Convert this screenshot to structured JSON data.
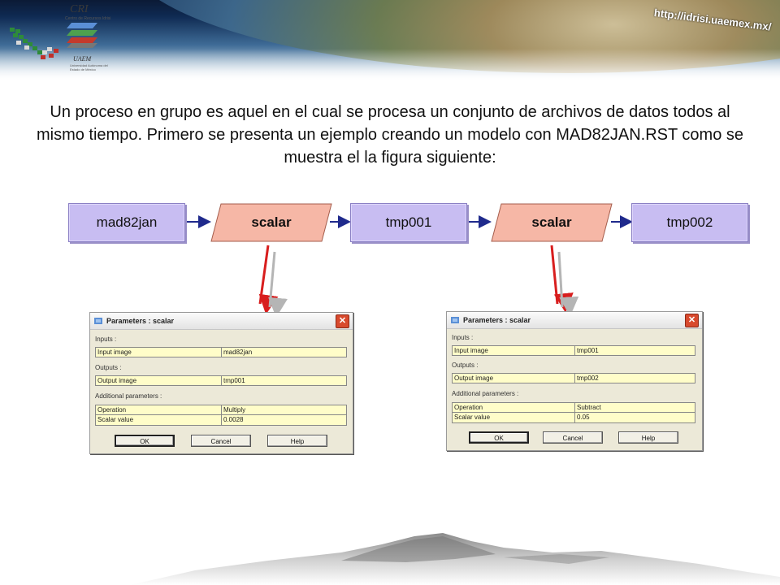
{
  "banner": {
    "url": "http://idrisi.uaemex.mx/",
    "logo_cri": "CRI",
    "logo_cri_sub": "Centro de Recursos Idrisi",
    "logo_uaem": "UAEM",
    "logo_uaem_sub": "Universidad Autónoma del Estado de México"
  },
  "intro_text": "Un proceso en grupo es aquel en el cual se procesa un conjunto de archivos de datos todos al mismo tiempo. Primero se presenta un ejemplo creando un modelo con MAD82JAN.RST como se muestra el la figura siguiente:",
  "flow": {
    "nodes": [
      "mad82jan",
      "scalar",
      "tmp001",
      "scalar",
      "tmp002"
    ],
    "colors": {
      "data_fill": "#c8bdf2",
      "op_fill": "#f6b7a6",
      "arrow": "#1f2a8c",
      "red_arrow": "#d81e1e",
      "gray_arrow": "#b5b5b5"
    }
  },
  "dialog1": {
    "title": "Parameters : scalar",
    "inputs_label": "Inputs :",
    "input_image_label": "Input image",
    "input_image_value": "mad82jan",
    "outputs_label": "Outputs :",
    "output_image_label": "Output image",
    "output_image_value": "tmp001",
    "additional_label": "Additional parameters :",
    "operation_label": "Operation",
    "operation_value": "Multiply",
    "scalar_label": "Scalar value",
    "scalar_value": "0.0028",
    "ok": "OK",
    "cancel": "Cancel",
    "help": "Help"
  },
  "dialog2": {
    "title": "Parameters : scalar",
    "inputs_label": "Inputs :",
    "input_image_label": "Input image",
    "input_image_value": "tmp001",
    "outputs_label": "Outputs :",
    "output_image_label": "Output image",
    "output_image_value": "tmp002",
    "additional_label": "Additional parameters :",
    "operation_label": "Operation",
    "operation_value": "Subtract",
    "scalar_label": "Scalar value",
    "scalar_value": "0.05",
    "ok": "OK",
    "cancel": "Cancel",
    "help": "Help"
  }
}
